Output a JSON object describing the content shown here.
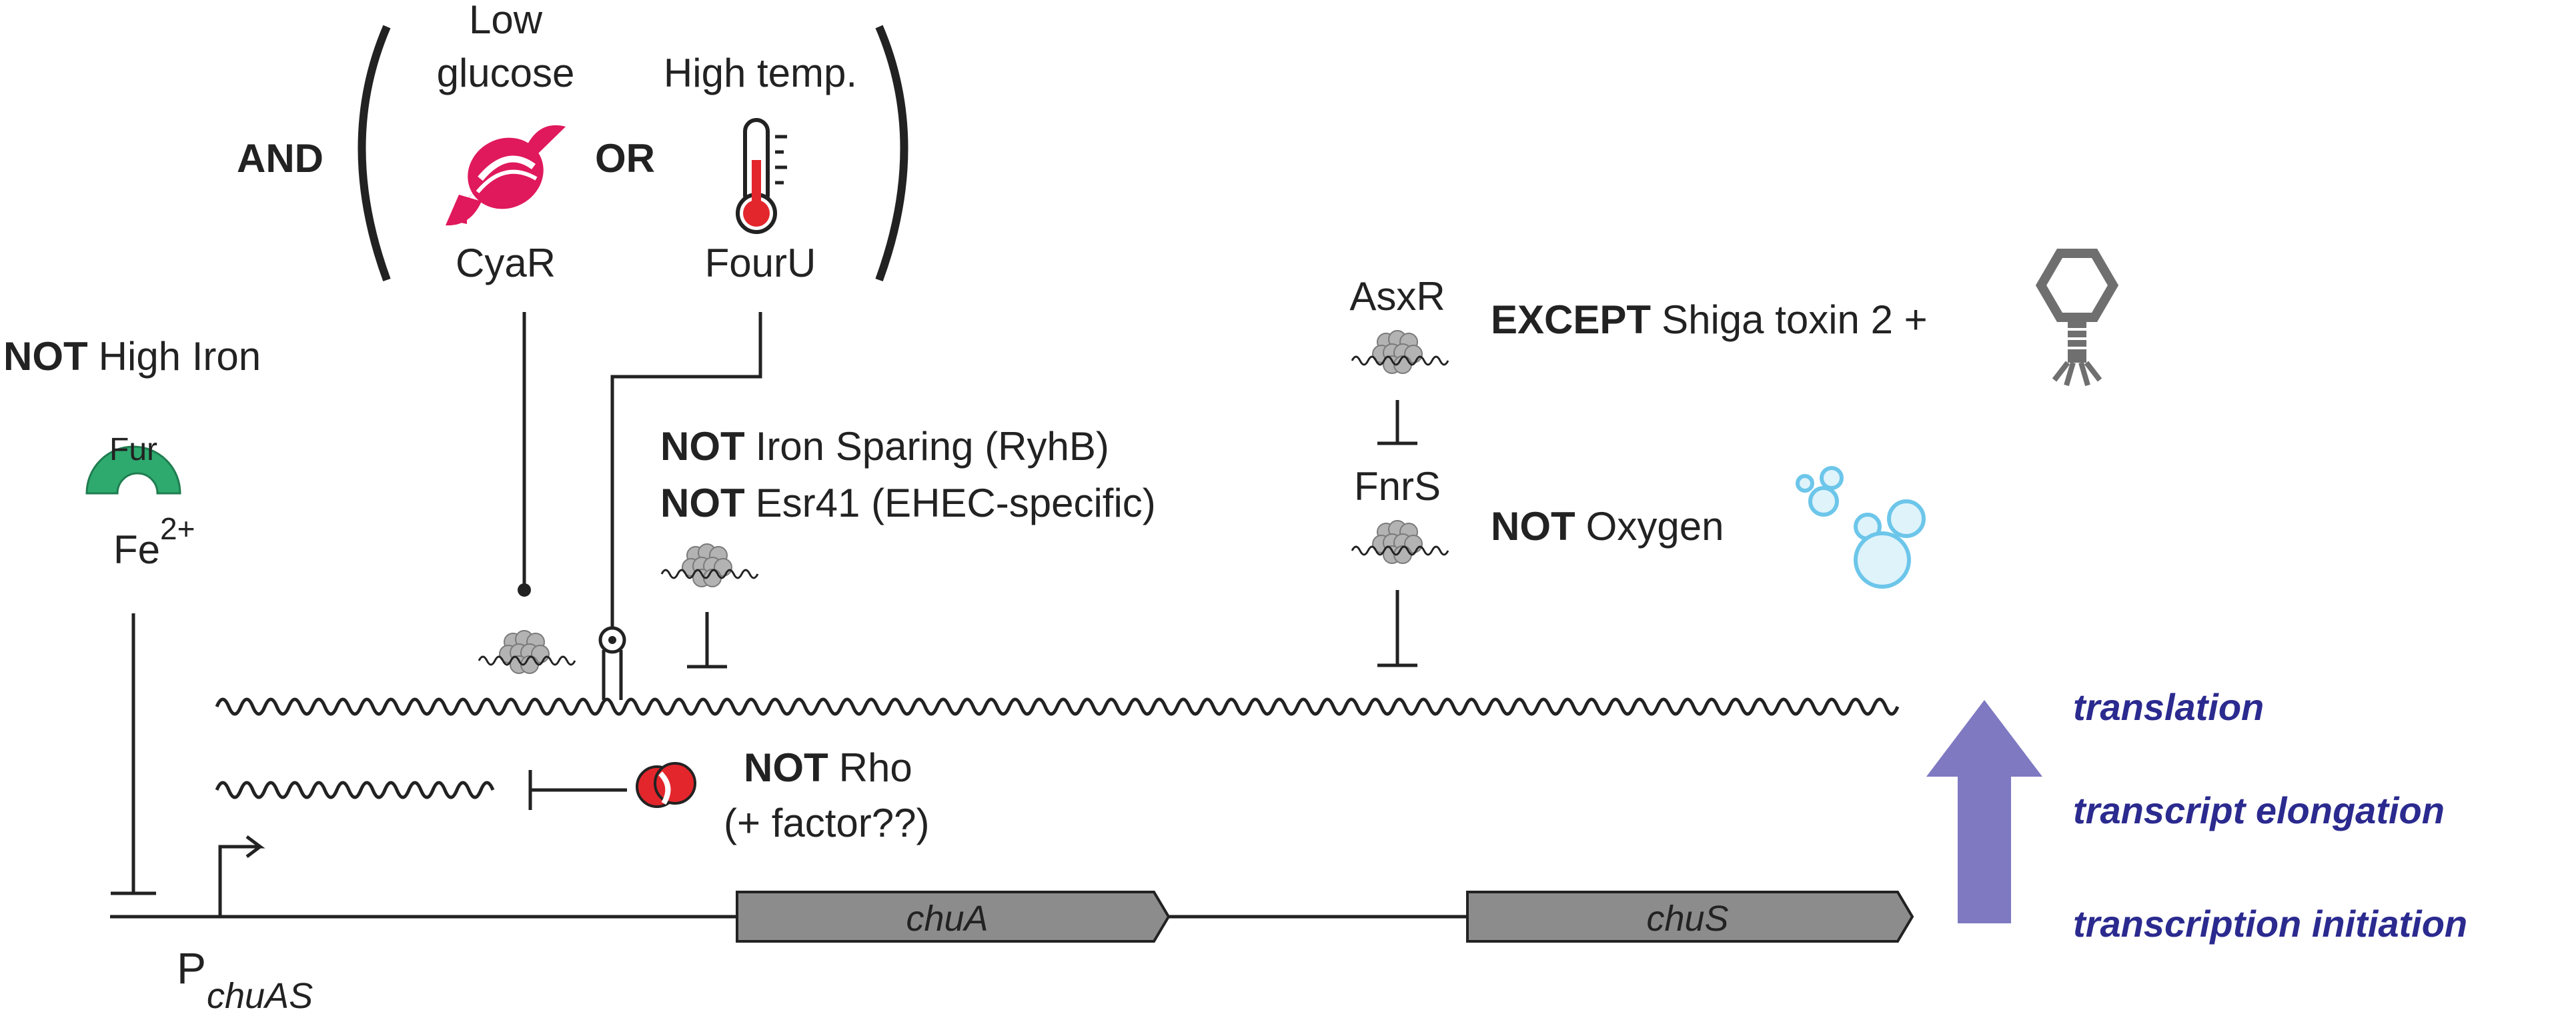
{
  "conditions": {
    "and_label": "AND",
    "or_label": "OR",
    "low_glucose": [
      "Low",
      "glucose"
    ],
    "high_temp": "High temp.",
    "cyar": "CyaR",
    "fouru": "FourU"
  },
  "iron": {
    "not_label": "NOT",
    "high_iron": "High Iron",
    "fur": "Fur",
    "fe": "Fe",
    "fe_charge": "2+"
  },
  "rhyb": {
    "line1_not": "NOT",
    "line1_text": "Iron Sparing (RyhB)",
    "line2_not": "NOT",
    "line2_text": "Esr41 (EHEC-specific)"
  },
  "asxr": {
    "name": "AsxR",
    "except_label": "EXCEPT",
    "except_text": "Shiga toxin 2 +"
  },
  "fnrs": {
    "name": "FnrS",
    "not_label": "NOT",
    "oxygen": "Oxygen"
  },
  "rho": {
    "not_label": "NOT",
    "rho": "Rho",
    "factor": "(+ factor??)"
  },
  "genes": {
    "chuA": "chuA",
    "chuS": "chuS",
    "promoter_p": "P",
    "promoter_sub": "chuAS"
  },
  "levels": {
    "translation": "translation",
    "elongation": "transcript elongation",
    "initiation": "transcription initiation"
  },
  "colors": {
    "candy": "#e0195c",
    "fur": "#2eaa6e",
    "rho": "#e3262c",
    "arrow": "#7f79c2",
    "level_text": "#2b2a8f",
    "gene_box": "#8c8c8c",
    "bubble": "#6cc6ea",
    "hfq": "#b3b3b3"
  },
  "icons": [
    "candy-icon",
    "thermometer-icon",
    "hfq-icon",
    "phage-icon",
    "bubbles-icon",
    "rho-icon",
    "fur-icon",
    "promoter-flag-icon"
  ]
}
